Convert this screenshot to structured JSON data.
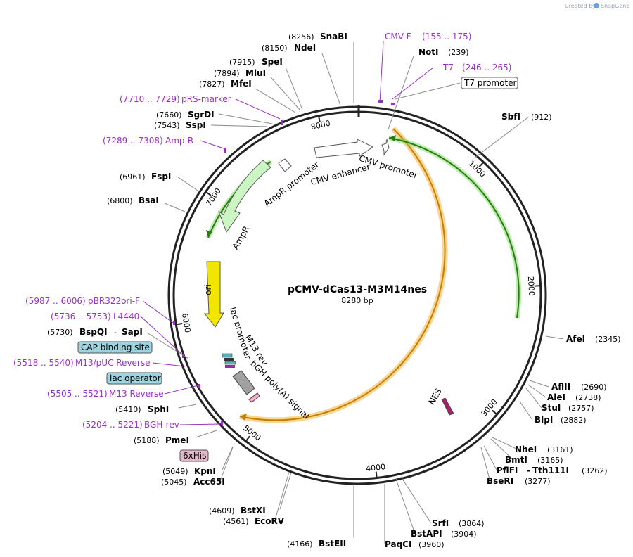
{
  "credit": {
    "created_by": "Created by",
    "product": "SnapGene"
  },
  "plasmid": {
    "name": "pCMV-dCas13-M3M14nes",
    "size_label": "8280 bp",
    "total_bp": 8280,
    "ticks": [
      {
        "bp": 1000,
        "label": "1000"
      },
      {
        "bp": 2000,
        "label": "2000"
      },
      {
        "bp": 3000,
        "label": "3000"
      },
      {
        "bp": 4000,
        "label": "4000"
      },
      {
        "bp": 5000,
        "label": "5000"
      },
      {
        "bp": 6000,
        "label": "6000"
      },
      {
        "bp": 7000,
        "label": "7000"
      },
      {
        "bp": 8000,
        "label": "8000"
      }
    ]
  },
  "colors": {
    "backbone": "#222222",
    "orange_feature": "#f5a623",
    "green_feature": "#6bd14a",
    "ampr_fill": "#ccf5c4",
    "ori_fill": "#f2e600",
    "primer": "#9b30c8",
    "polyA_fill": "#a0a0a0",
    "nes_fill": "#a0246a",
    "box_blue": "#9fd3df",
    "box_pink": "#e2b7c9",
    "box_white": "#ffffff"
  },
  "enzymes_right": [
    {
      "name": "SbfI",
      "pos": "(912)"
    },
    {
      "name": "AfeI",
      "pos": "(2345)"
    },
    {
      "name": "AflII",
      "pos": "(2690)"
    },
    {
      "name": "AleI",
      "pos": "(2738)"
    },
    {
      "name": "StuI",
      "pos": "(2757)"
    },
    {
      "name": "BlpI",
      "pos": "(2882)"
    },
    {
      "name": "NheI",
      "pos": "(3161)"
    },
    {
      "name": "BmtI",
      "pos": "(3165)"
    },
    {
      "name": "PflFI",
      "name2": "Tth111I",
      "pos": "(3262)"
    },
    {
      "name": "BseRI",
      "pos": "(3277)"
    },
    {
      "name": "SrfI",
      "pos": "(3864)"
    },
    {
      "name": "BstAPI",
      "pos": "(3904)"
    },
    {
      "name": "PaqCI",
      "pos": "(3960)"
    }
  ],
  "enzymes_top": [
    {
      "name": "NotI",
      "pos": "(239)"
    }
  ],
  "enzymes_left": [
    {
      "name": "SnaBI",
      "pos": "(8256)"
    },
    {
      "name": "NdeI",
      "pos": "(8150)"
    },
    {
      "name": "SpeI",
      "pos": "(7915)"
    },
    {
      "name": "MluI",
      "pos": "(7894)"
    },
    {
      "name": "MfeI",
      "pos": "(7827)"
    },
    {
      "name": "SgrDI",
      "pos": "(7660)"
    },
    {
      "name": "SspI",
      "pos": "(7543)"
    },
    {
      "name": "FspI",
      "pos": "(6961)"
    },
    {
      "name": "BsaI",
      "pos": "(6800)"
    },
    {
      "name": "BspQI",
      "name2": "SapI",
      "pos": "(5730)"
    },
    {
      "name": "SphI",
      "pos": "(5410)"
    },
    {
      "name": "PmeI",
      "pos": "(5188)"
    },
    {
      "name": "KpnI",
      "pos": "(5049)"
    },
    {
      "name": "Acc65I",
      "pos": "(5045)"
    },
    {
      "name": "BstXI",
      "pos": "(4609)"
    },
    {
      "name": "EcoRV",
      "pos": "(4561)"
    },
    {
      "name": "BstEII",
      "pos": "(4166)"
    }
  ],
  "primers": [
    {
      "name": "CMV-F",
      "range": "(155 .. 175)"
    },
    {
      "name": "T7",
      "range": "(246 .. 265)"
    },
    {
      "name": "pRS-marker",
      "range": "(7710 .. 7729)"
    },
    {
      "name": "Amp-R",
      "range": "(7289 .. 7308)"
    },
    {
      "name": "pBR322ori-F",
      "range": "(5987 .. 6006)"
    },
    {
      "name": "L4440",
      "range": "(5736 .. 5753)"
    },
    {
      "name": "M13/pUC Reverse",
      "range": "(5518 .. 5540)"
    },
    {
      "name": "M13 Reverse",
      "range": "(5505 .. 5521)"
    },
    {
      "name": "BGH-rev",
      "range": "(5204 .. 5221)"
    }
  ],
  "boxed_features": [
    {
      "name": "T7 promoter"
    },
    {
      "name": "CAP binding site"
    },
    {
      "name": "lac operator"
    },
    {
      "name": "6xHis"
    }
  ],
  "features": [
    {
      "name": "CMV promoter"
    },
    {
      "name": "CMV enhancer"
    },
    {
      "name": "AmpR promoter"
    },
    {
      "name": "AmpR"
    },
    {
      "name": "ori"
    },
    {
      "name": "lac promoter"
    },
    {
      "name": "M13 rev"
    },
    {
      "name": "bGH poly(A) signal"
    },
    {
      "name": "NES"
    }
  ]
}
